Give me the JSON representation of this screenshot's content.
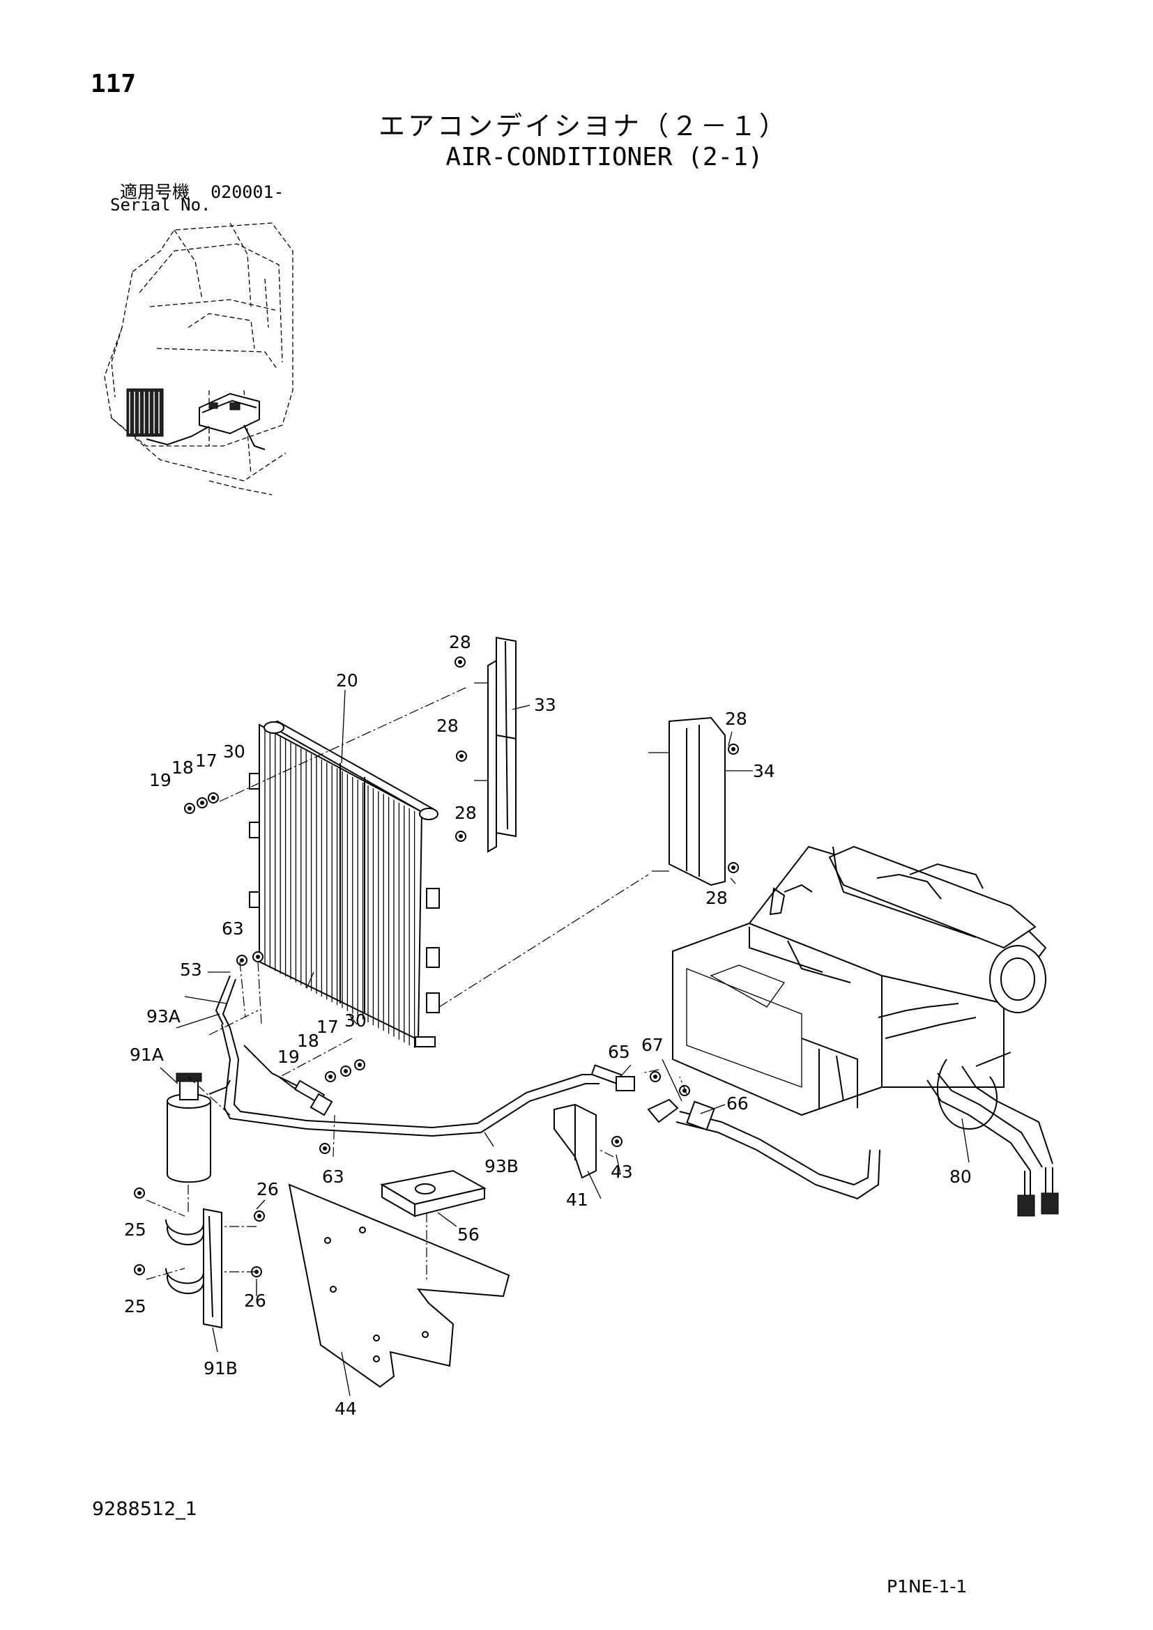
{
  "header": {
    "page_number": "117",
    "title_jp": "エアコンデイシヨナ（２－１）",
    "title_en": "AIR-CONDITIONER (2-1)",
    "serial_label_jp": "適用号機",
    "serial_value": "020001-",
    "serial_label_en": "Serial No."
  },
  "callouts": {
    "c20": "20",
    "c28a": "28",
    "c28b": "28",
    "c28c": "28",
    "c28d": "28",
    "c28e": "28",
    "c33": "33",
    "c34": "34",
    "c19a": "19",
    "c18a": "18",
    "c17a": "17",
    "c30a": "30",
    "c19b": "19",
    "c18b": "18",
    "c17b": "17",
    "c30b": "30",
    "c63a": "63",
    "c63b": "63",
    "c53": "53",
    "c93A": "93A",
    "c91A": "91A",
    "c93B": "93B",
    "c91B": "91B",
    "c65": "65",
    "c67": "67",
    "c66": "66",
    "c41": "41",
    "c43": "43",
    "c80": "80",
    "c25a": "25",
    "c25b": "25",
    "c26a": "26",
    "c26b": "26",
    "c56": "56",
    "c44": "44"
  },
  "footer": {
    "drawing_number": "9288512_1",
    "page_code": "P1NE-1-1"
  },
  "icons": [
    "excavator-cab-overview",
    "condenser",
    "bracket",
    "air-conditioner-unit",
    "receiver-drier",
    "hose",
    "bolt",
    "nut",
    "washer",
    "plate"
  ]
}
